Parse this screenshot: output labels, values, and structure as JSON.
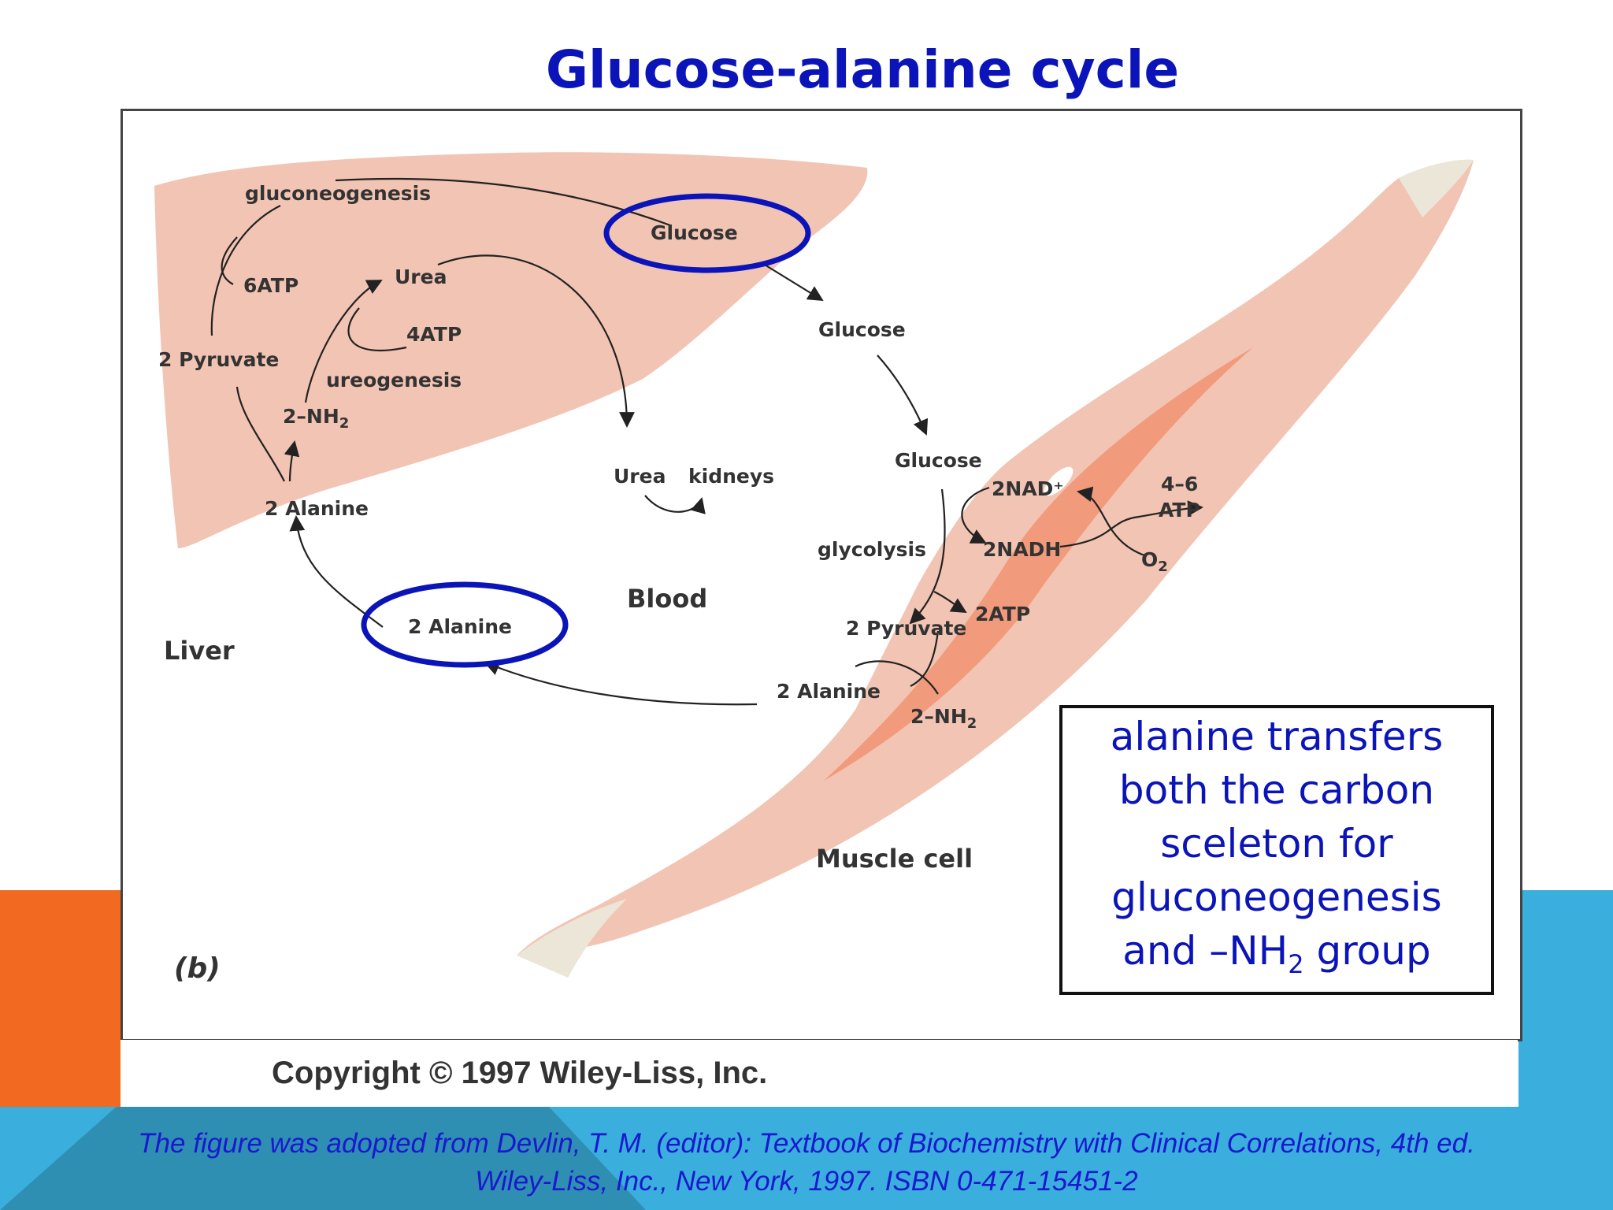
{
  "title": "Glucose-alanine cycle",
  "figure": {
    "labels": {
      "gluconeogenesis": "gluconeogenesis",
      "glucose_liver": "Glucose",
      "atp6": "6ATP",
      "urea_liver": "Urea",
      "atp4": "4ATP",
      "pyruvate_liver": "2 Pyruvate",
      "ureogenesis": "ureogenesis",
      "nh2_liver_prefix": "2–NH",
      "nh2_liver_sub": "2",
      "alanine_liver": "2 Alanine",
      "glucose_blood": "Glucose",
      "urea_blood": "Urea",
      "kidneys": "kidneys",
      "glucose_muscle": "Glucose",
      "nad": "2NAD⁺",
      "atp46_top": "4–6",
      "atp46_bottom": "ATP",
      "glycolysis": "glycolysis",
      "nadh": "2NADH",
      "o2_prefix": "O",
      "o2_sub": "2",
      "blood": "Blood",
      "atp2": "2ATP",
      "pyruvate_muscle": "2 Pyruvate",
      "alanine_blood": "2 Alanine",
      "liver": "Liver",
      "alanine_muscle": "2 Alanine",
      "nh2_muscle_prefix": "2–NH",
      "nh2_muscle_sub": "2",
      "muscle_cell": "Muscle cell",
      "panel": "(b)"
    },
    "highlight_color": "#0b14b8"
  },
  "copyright": "Copyright © 1997 Wiley-Liss, Inc.",
  "note": {
    "line1": "alanine transfers",
    "line2": "both the carbon",
    "line3": "sceleton for",
    "line4": "gluconeogenesis",
    "line5_prefix": "and –NH",
    "line5_sub": "2",
    "line5_suffix": " group"
  },
  "source": {
    "line1": "The figure was adopted from Devlin, T. M. (editor): Textbook of Biochemistry with Clinical Correlations, 4th ed.",
    "line2": "Wiley-Liss, Inc., New York, 1997. ISBN 0-471-15451-2"
  }
}
